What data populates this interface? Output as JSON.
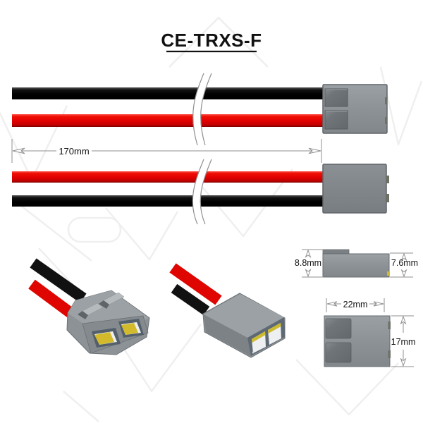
{
  "figure": {
    "title": "CE-TRXS-F"
  },
  "dimensions": {
    "wire_length": "170mm",
    "latch_height": "8.8mm",
    "body_height": "7.6mm",
    "connector_width": "22mm",
    "connector_height": "17mm"
  },
  "colors": {
    "wire_red": "#e00000",
    "wire_black": "#0d0d0d",
    "connector_body_gray": "#8d9296",
    "connector_recess_gray": "#70757a",
    "contact_yellow": "#d2ba2c",
    "socket_frame_slate": "#5e6974",
    "dimension_line_gray": "#8f8f8f",
    "watermark_gray": "#efefef",
    "text_black": "#111111"
  }
}
